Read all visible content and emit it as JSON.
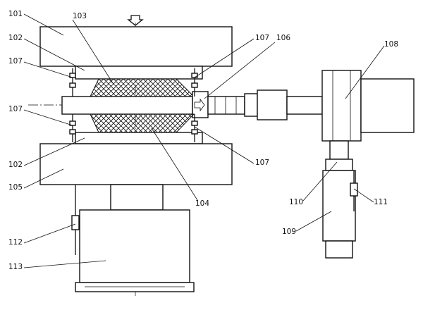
{
  "labels": {
    "l101": "101",
    "l102_top": "102",
    "l102_bot": "102",
    "l103": "103",
    "l104": "104",
    "l105": "105",
    "l106": "106",
    "l107_lt": "107",
    "l107_lb": "107",
    "l107_rt": "107",
    "l107_rb": "107",
    "l108": "108",
    "l109": "109",
    "l110": "110",
    "l111": "111",
    "l112": "112",
    "l113": "113"
  }
}
